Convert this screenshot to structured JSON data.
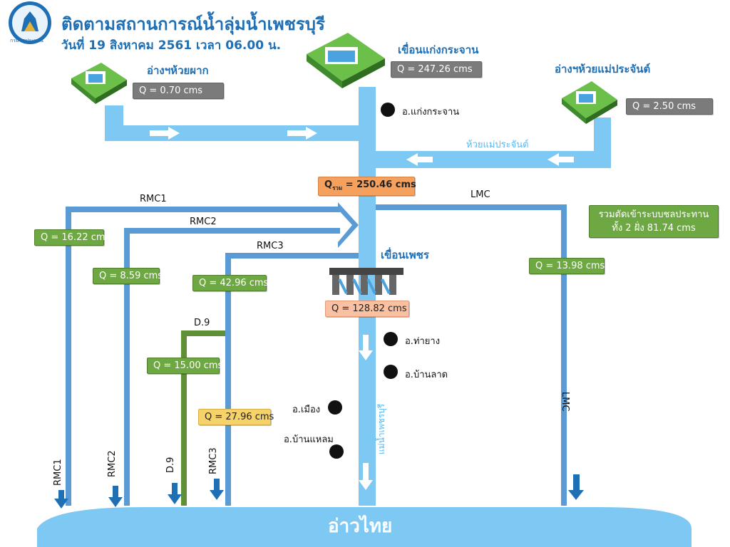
{
  "header": {
    "title": "ติดตามสถานการณ์น้ำลุ่มน้ำเพชรบุรี",
    "date": "วันที่ 19 สิงหาคม 2561 เวลา 06.00 น."
  },
  "logo": {
    "text": "กรมชลประทาน"
  },
  "sites": {
    "huai_phak": {
      "name": "อ่างฯห้วยผาก",
      "flow": "Q = 0.70 cms"
    },
    "kaeng_krachan": {
      "name": "เขื่อนแก่งกระจาน",
      "flow": "Q = 247.26 cms"
    },
    "huai_mae_prachan": {
      "name": "อ่างฯห้วยแม่ประจันต์",
      "flow": "Q = 2.50 cms"
    },
    "phet_dam": {
      "name": "เขื่อนเพชร",
      "flow": "Q = 128.82 cms"
    }
  },
  "total": {
    "q_prefix": "Q",
    "q_sub": "รวม",
    "value": " = 250.46 cms"
  },
  "streams": {
    "huai_mae_prachan": "ห้วยแม่ประจันต์",
    "phetchaburi_river": "แม่น้ำเพชรบุรี"
  },
  "canals": {
    "rmc1": {
      "name": "RMC1",
      "flow": "Q = 16.22 cms"
    },
    "rmc2": {
      "name": "RMC2",
      "flow": "Q = 8.59 cms"
    },
    "rmc3": {
      "name": "RMC3",
      "flow": "Q = 42.96 cms",
      "flow_lower": "Q = 27.96 cms"
    },
    "d9": {
      "name": "D.9",
      "flow": "Q = 15.00 cms"
    },
    "lmc": {
      "name": "LMC",
      "flow": "Q = 13.98 cms"
    }
  },
  "summary": {
    "line1": "รวมตัดเข้าระบบชลประทาน",
    "line2": "ทั้ง 2 ฝั่ง 81.74 cms"
  },
  "districts": {
    "kaeng_krachan": "อ.แก่งกระจาน",
    "tha_yang": "อ.ท่ายาง",
    "ban_lat": "อ.บ้านลาด",
    "mueang": "อ.เมือง",
    "ban_laem": "อ.บ้านแหลม"
  },
  "sea": "อ่าวไทย",
  "colors": {
    "water": "#7dc9f3",
    "canal_blue": "#5b9bd5",
    "canal_green": "#5f8f36",
    "arrow_blue": "#1f6fb5"
  }
}
